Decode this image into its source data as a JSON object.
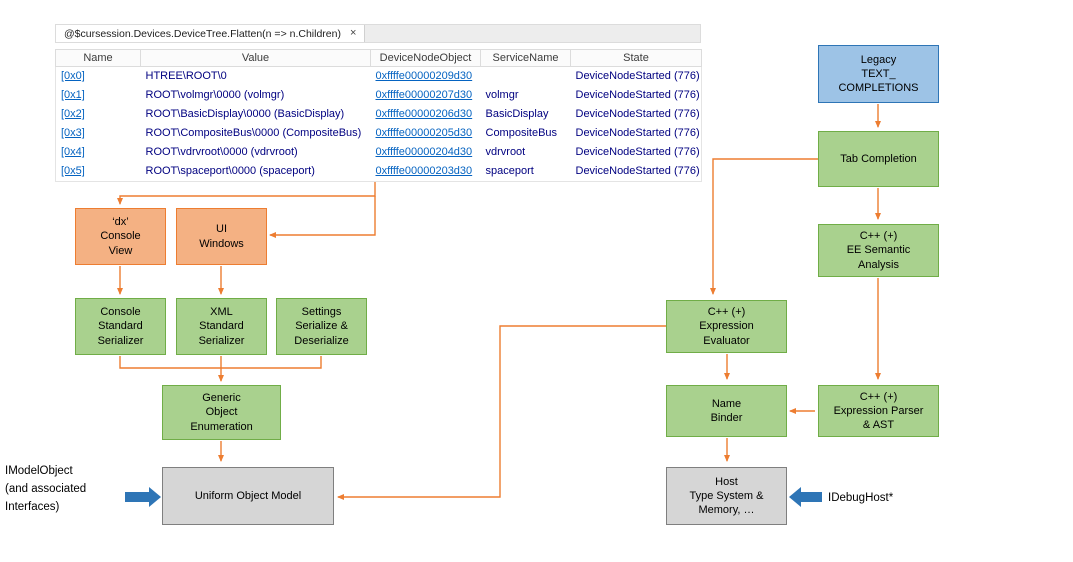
{
  "watch": {
    "tab_label": "@$cursession.Devices.DeviceTree.Flatten(n => n.Children)",
    "close_glyph": "×",
    "columns": [
      "Name",
      "Value",
      "DeviceNodeObject",
      "ServiceName",
      "State"
    ],
    "rows": [
      {
        "name": "[0x0]",
        "value": "HTREE\\ROOT\\0",
        "object": "0xffffe00000209d30",
        "service": "",
        "state": "DeviceNodeStarted (776)"
      },
      {
        "name": "[0x1]",
        "value": "ROOT\\volmgr\\0000 (volmgr)",
        "object": "0xffffe00000207d30",
        "service": "volmgr",
        "state": "DeviceNodeStarted (776)"
      },
      {
        "name": "[0x2]",
        "value": "ROOT\\BasicDisplay\\0000 (BasicDisplay)",
        "object": "0xffffe00000206d30",
        "service": "BasicDisplay",
        "state": "DeviceNodeStarted (776)"
      },
      {
        "name": "[0x3]",
        "value": "ROOT\\CompositeBus\\0000 (CompositeBus)",
        "object": "0xffffe00000205d30",
        "service": "CompositeBus",
        "state": "DeviceNodeStarted (776)"
      },
      {
        "name": "[0x4]",
        "value": "ROOT\\vdrvroot\\0000 (vdrvroot)",
        "object": "0xffffe00000204d30",
        "service": "vdrvroot",
        "state": "DeviceNodeStarted (776)"
      },
      {
        "name": "[0x5]",
        "value": "ROOT\\spaceport\\0000 (spaceport)",
        "object": "0xffffe00000203d30",
        "service": "spaceport",
        "state": "DeviceNodeStarted (776)"
      }
    ]
  },
  "diagram": {
    "boxes": {
      "legacy": "Legacy\nTEXT_\nCOMPLETIONS",
      "tab_completion": "Tab Completion",
      "ee_semantic": "C++ (+)\nEE Semantic\nAnalysis",
      "expression_evaluator": "C++ (+)\nExpression\nEvaluator",
      "name_binder": "Name\nBinder",
      "expression_parser": "C++ (+)\nExpression Parser\n& AST",
      "host": "Host\nType System &\nMemory, …",
      "dx_console": "‘dx’\nConsole\nView",
      "ui_windows": "UI\nWindows",
      "console_serializer": "Console\nStandard\nSerializer",
      "xml_serializer": "XML\nStandard\nSerializer",
      "settings_serializer": "Settings\nSerialize &\nDeserialize",
      "generic_enumeration": "Generic\nObject\nEnumeration",
      "uniform_object_model": "Uniform Object Model"
    },
    "labels": {
      "imodelobject": "IModelObject\n(and associated\nInterfaces)",
      "idebughost": "IDebugHost*"
    }
  },
  "colors": {
    "orange_fill": "#F4B183",
    "orange_border": "#ED7D31",
    "green_fill": "#A9D18E",
    "green_border": "#70AD47",
    "blue_fill": "#9DC3E6",
    "blue_border": "#2E75B6",
    "gray_fill": "#D6D6D6",
    "gray_border": "#7F7F7F",
    "arrow": "#ED7D31",
    "blue_arrow": "#2E75B6",
    "link": "#0563C1",
    "value_text": "#000080"
  }
}
